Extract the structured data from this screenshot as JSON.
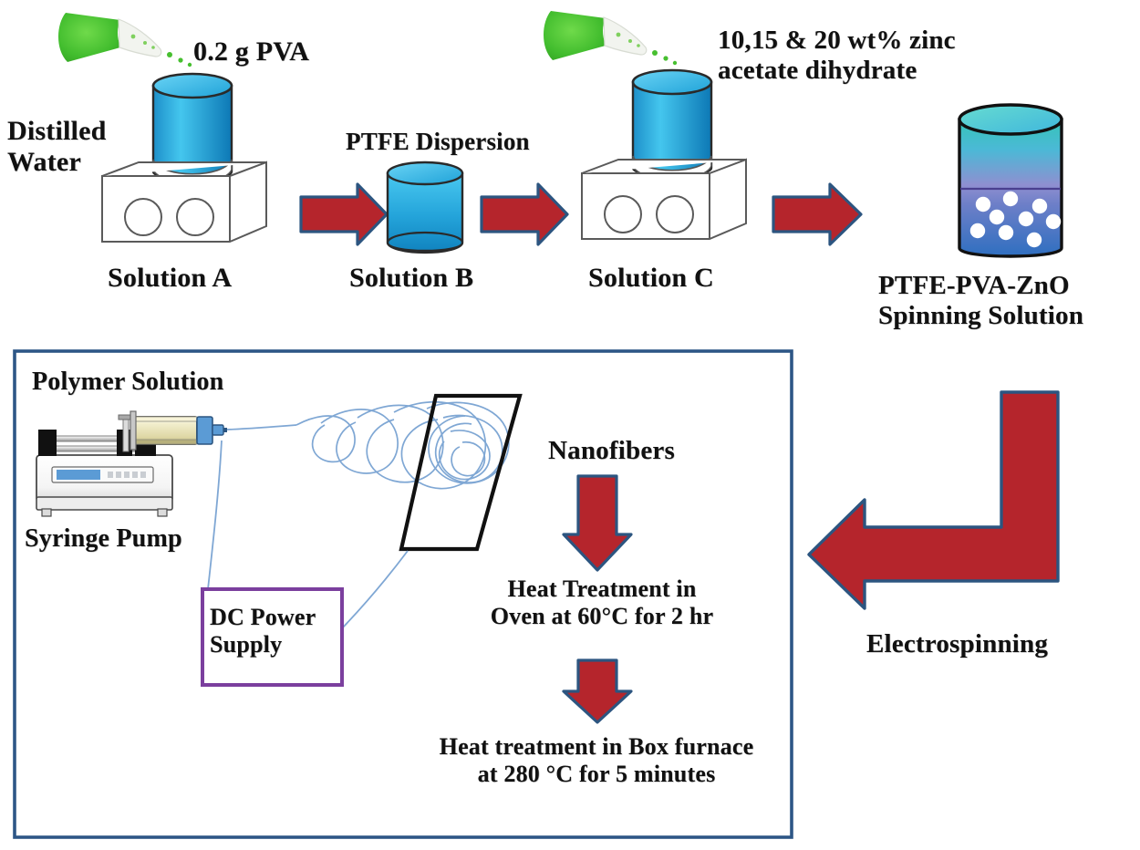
{
  "diagram": {
    "title": "PTFE-PVA-ZnO nanofiber preparation and electrospinning schematic",
    "colors": {
      "arrow_fill": "#b5252c",
      "arrow_outline": "#2c5580",
      "box_border": "#2d5686",
      "dc_box_border": "#7b3f9e",
      "fiber_line": "#7fa7d4",
      "beaker_top": "#3fc0ea",
      "beaker_bottom": "#1481c0",
      "powder_green": "#49c033",
      "text": "#111111",
      "equipment_gray": "#ffffff",
      "equipment_stroke": "#555555"
    }
  },
  "top_row": {
    "labels": {
      "pva": "0.2 g PVA",
      "distilled_water": "Distilled\nWater",
      "solution_a": "Solution A",
      "ptfe_dispersion": "PTFE Dispersion",
      "solution_b": "Solution B",
      "zinc_acetate": "10,15 & 20 wt% zinc\nacetate dihydrate",
      "solution_c": "Solution C",
      "spinning_solution": "PTFE-PVA-ZnO\nSpinning Solution"
    },
    "icons": [
      {
        "name": "powder-funnel-icon",
        "label": "green powder funnel"
      },
      {
        "name": "beaker-icon",
        "label": "blue liquid beaker"
      },
      {
        "name": "hotplate-stirrer-icon",
        "label": "magnetic hotplate stirrer"
      },
      {
        "name": "cylinder-icon",
        "label": "blue liquid cylinder"
      },
      {
        "name": "spinning-solution-beaker-icon",
        "label": "beaker with ZnO particles"
      }
    ],
    "arrows": [
      {
        "name": "arrow-a-to-b",
        "direction": "right"
      },
      {
        "name": "arrow-b-to-c",
        "direction": "right"
      },
      {
        "name": "arrow-c-to-spinning",
        "direction": "right"
      }
    ]
  },
  "electrospinning_box": {
    "labels": {
      "polymer_solution": "Polymer Solution",
      "syringe_pump": "Syringe Pump",
      "dc_power_supply": "DC Power\nSupply",
      "nanofibers": "Nanofibers",
      "heat_oven": "Heat Treatment in\nOven at 60°C for 2 hr",
      "heat_furnace": "Heat treatment in Box furnace\nat  280 °C for 5 minutes"
    },
    "icons": [
      {
        "name": "syringe-pump-icon",
        "label": "syringe pump with syringe"
      },
      {
        "name": "collector-plate-icon",
        "label": "tilted collector plate"
      },
      {
        "name": "nanofiber-jet-icon",
        "label": "electrospun fiber whipping jet"
      }
    ],
    "arrows": [
      {
        "name": "arrow-nanofibers-to-oven",
        "direction": "down"
      },
      {
        "name": "arrow-oven-to-furnace",
        "direction": "down"
      }
    ]
  },
  "electrospinning_flow": {
    "label": "Electrospinning",
    "arrow": {
      "name": "arrow-electrospinning-elbow",
      "direction": "down-then-left"
    }
  }
}
